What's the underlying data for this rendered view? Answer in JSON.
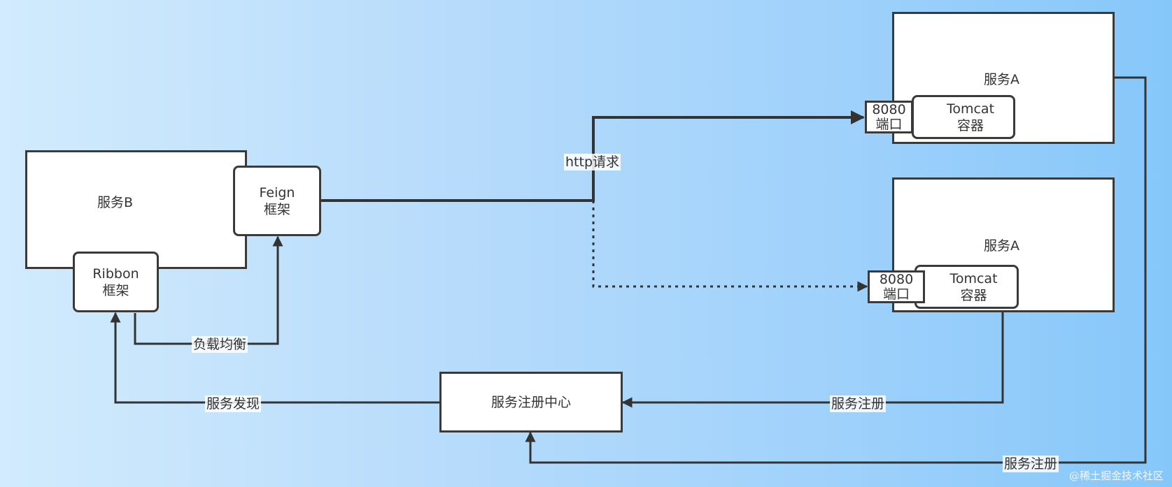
{
  "service_b": {
    "title": "服务B"
  },
  "feign": {
    "line1": "Feign",
    "line2": "框架"
  },
  "ribbon": {
    "line1": "Ribbon",
    "line2": "框架"
  },
  "service_a_top": {
    "title": "服务A",
    "port_line1": "8080",
    "port_line2": "端口",
    "tomcat_line1": "Tomcat",
    "tomcat_line2": "容器"
  },
  "service_a_bottom": {
    "title": "服务A",
    "port_line1": "8080",
    "port_line2": "端口",
    "tomcat_line1": "Tomcat",
    "tomcat_line2": "容器"
  },
  "registry": {
    "title": "服务注册中心"
  },
  "edges": {
    "http_request": "http请求",
    "load_balance": "负载均衡",
    "service_discovery": "服务发现",
    "register_1": "服务注册",
    "register_2": "服务注册"
  },
  "watermark": "@稀土掘金技术社区"
}
